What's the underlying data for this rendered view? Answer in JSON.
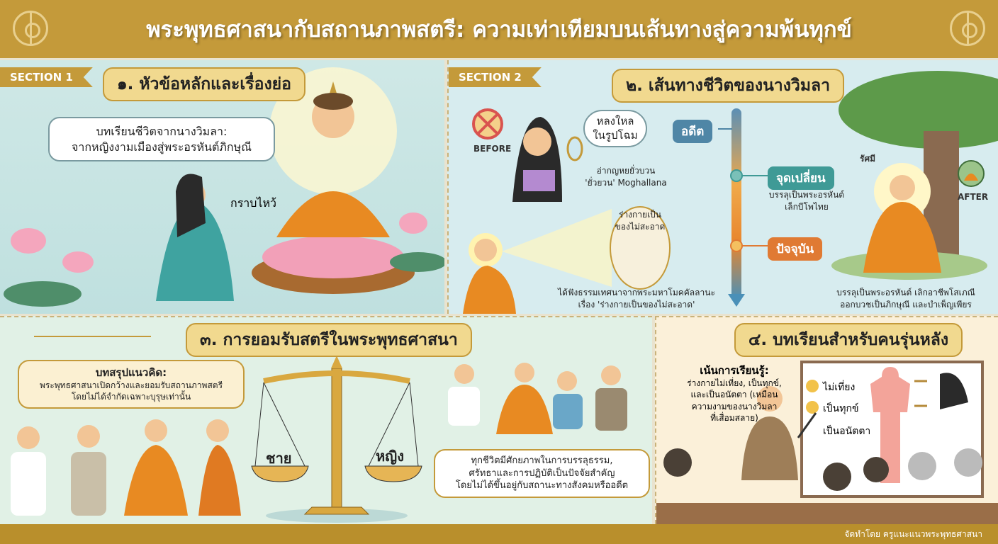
{
  "header": {
    "title": "พระพุทธศาสนากับสถานภาพสตรี: ความเท่าเทียมบนเส้นทางสู่ความพ้นทุกข์"
  },
  "section1": {
    "ribbon": "SECTION 1",
    "title": "๑. หัวข้อหลักและเรื่องย่อ",
    "speech_line1": "บทเรียนชีวิตจากนางวิมลา:",
    "speech_line2": "จากหญิงงามเมืองสู่พระอรหันต์ภิกษุณี",
    "gesture_label": "กราบไหว้"
  },
  "section2": {
    "ribbon": "SECTION 2",
    "title": "๒. เส้นทางชีวิตของนางวิมลา",
    "before_label": "BEFORE",
    "after_label": "AFTER",
    "thought_line1": "หลงใหล",
    "thought_line2": "ในรูปโฉม",
    "before_caption_line1": "อ่ากญหยยั่วบวน",
    "before_caption_line2": "'ยั่วยวน' Moghallana",
    "insight_line1": "ร่างกายเป็น",
    "insight_line2": "ของไม่สะอาด",
    "teaching_caption_line1": "ได้ฟังธรรมเทศนาจากพระมหาโมคคัลลานะ",
    "teaching_caption_line2": "เรื่อง 'ร่างกายเป็นของไม่สะอาด'",
    "timeline": [
      {
        "label": "อดีต",
        "color": "#4f86a6"
      },
      {
        "label": "จุดเปลี่ยน",
        "color": "#3f9a96",
        "caption_line1": "บรรลุเป็นพระอรหันต์",
        "caption_line2": "เล็กบีโพไทย"
      },
      {
        "label": "ปัจจุบัน",
        "color": "#e07a33"
      }
    ],
    "halo_label": "รัศมี",
    "after_caption_line1": "บรรลุเป็นพระอรหันต์ เลิกอาชีพโสเภณี",
    "after_caption_line2": "ออกบวชเป็นภิกษุณี และบำเพ็ญเพียร"
  },
  "section3": {
    "title": "๓. การยอมรับสตรีในพระพุทธศาสนา",
    "summary_heading": "บทสรุปแนวคิด:",
    "summary_line1": "พระพุทธศาสนาเปิดกว้างและยอมรับสถานภาพสตรี",
    "summary_line2": "โดยไม่ได้จำกัดเฉพาะบุรุษเท่านั้น",
    "scale_left": "ชาย",
    "scale_right": "หญิง",
    "message_line1": "ทุกชีวิตมีศักยภาพในการบรรลุธรรม,",
    "message_line2": "ศรัทธาและการปฏิบัติเป็นปัจจัยสำคัญ",
    "message_line3": "โดยไม่ได้ขึ้นอยู่กับสถานะทางสังคมหรืออดีต"
  },
  "section4": {
    "title": "๔. บทเรียนสำหรับคนรุ่นหลัง",
    "focus_heading": "เน้นการเรียนรู้:",
    "focus_line1": "ร่างกายไม่เที่ยง, เป็นทุกข์,",
    "focus_line2": "และเป็นอนัตตา (เหมือน",
    "focus_line3": "ความงามของนางวิมลา",
    "focus_line4": "ที่เสื่อมสลาย)",
    "board_items": [
      "ไม่เที่ยง",
      "เป็นทุกข์",
      "เป็นอนัตตา"
    ]
  },
  "footer": {
    "credit": "จัดทำโดย ครูแนะแนวพระพุทธศาสนา"
  },
  "colors": {
    "gold": "#c49a3a",
    "robe": "#e88a22",
    "lotus": "#f2a0b8"
  }
}
